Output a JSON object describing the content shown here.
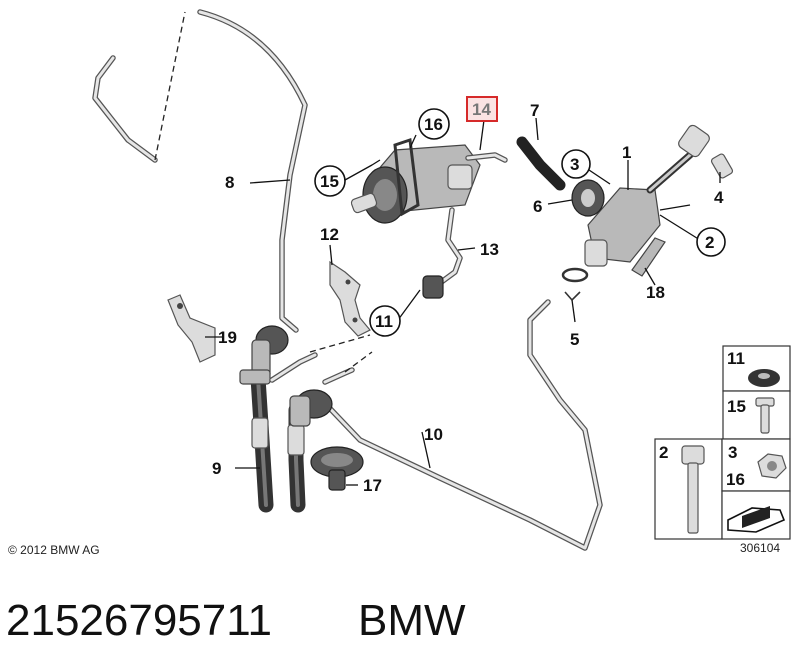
{
  "callouts": {
    "c1": "1",
    "c2": "2",
    "c3": "3",
    "c4": "4",
    "c5": "5",
    "c6": "6",
    "c7": "7",
    "c8": "8",
    "c9": "9",
    "c10": "10",
    "c11": "11",
    "c12": "12",
    "c13": "13",
    "c14": "14",
    "c15": "15",
    "c16": "16",
    "c17": "17",
    "c18": "18",
    "c19": "19"
  },
  "legend": {
    "l11": "11",
    "l15": "15",
    "l2": "2",
    "l3": "3",
    "l16": "16"
  },
  "copyright": "© 2012 BMW AG",
  "diagram_id": "306104",
  "part_number": "21526795711",
  "brand": "BMW",
  "colors": {
    "highlight_border": "#d62a2a",
    "highlight_fill": "#fbe3e3"
  }
}
